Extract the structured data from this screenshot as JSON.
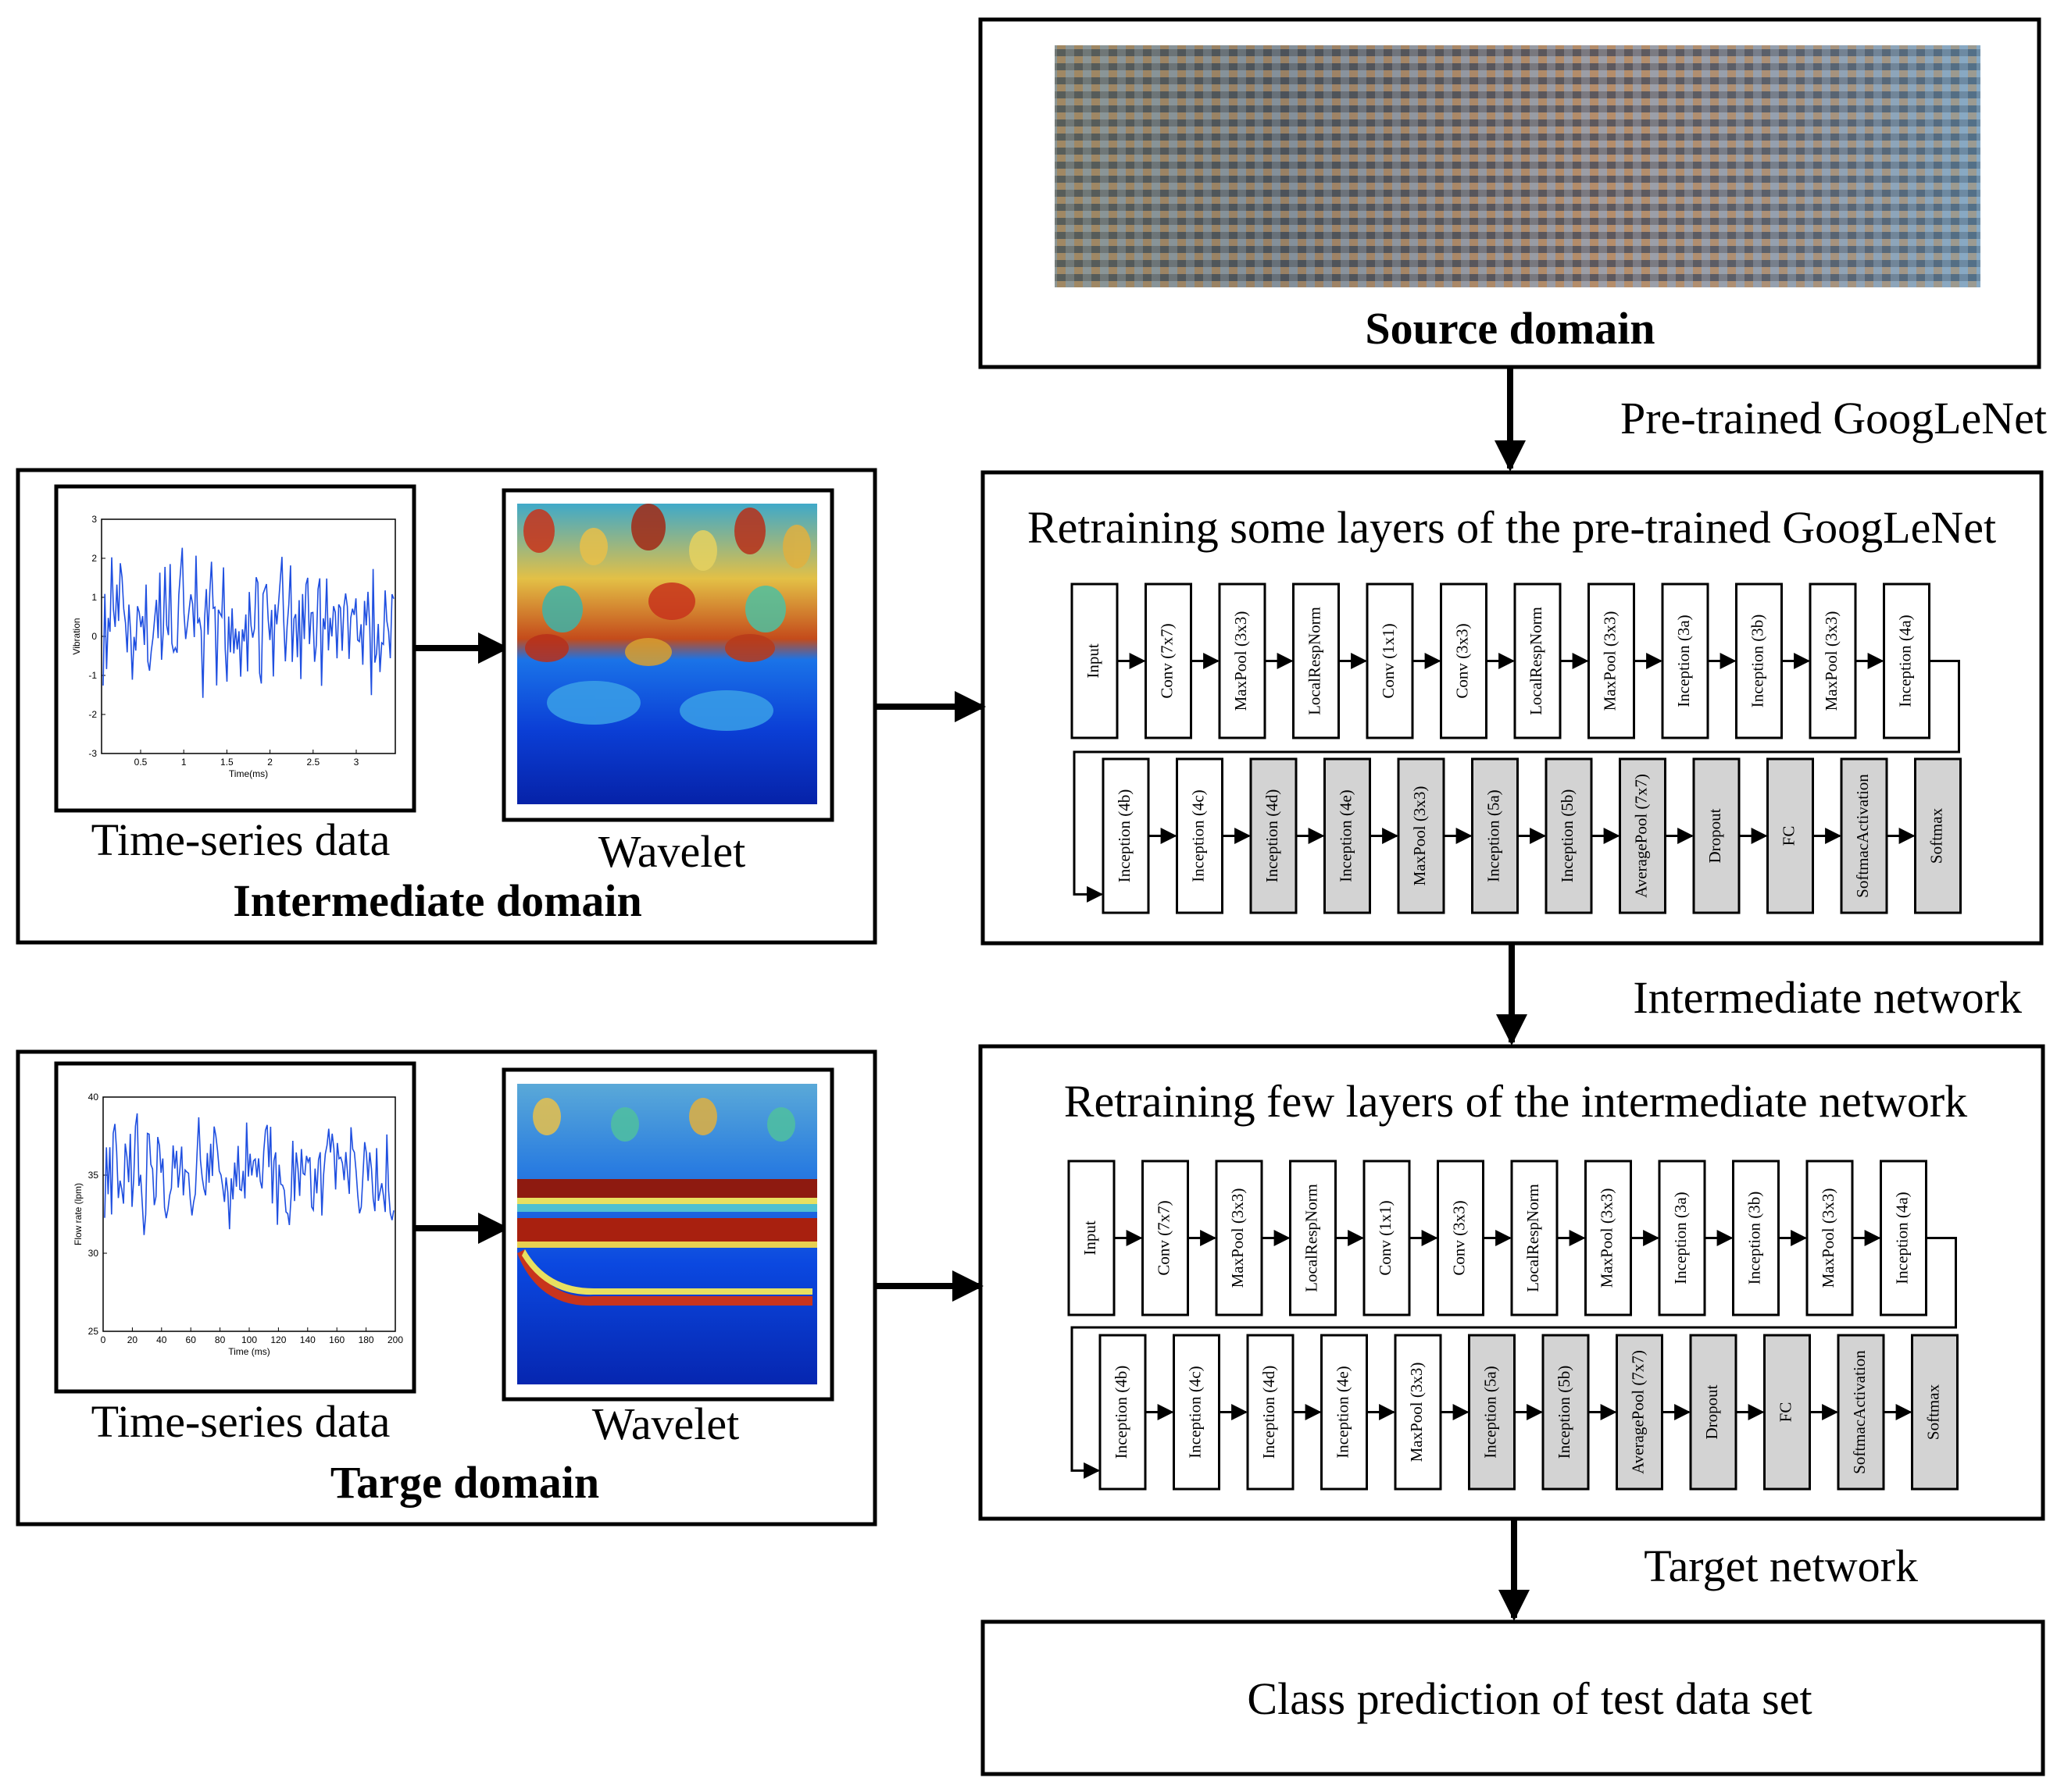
{
  "source_box": {
    "label": "Source domain"
  },
  "arrow_labels": {
    "pretrained": "Pre-trained GoogLeNet",
    "intermediate": "Intermediate network",
    "target": "Target network"
  },
  "intermediate_domain": {
    "label": "Intermediate domain",
    "timeseries_caption": "Time-series data",
    "wavelet_caption": "Wavelet",
    "plot": {
      "ylabel": "Vibration",
      "xlabel": "Time(ms)",
      "yticks": [
        "3",
        "2",
        "1",
        "0",
        "-1",
        "-2",
        "-3"
      ],
      "xticks": [
        "0.5",
        "1",
        "1.5",
        "2",
        "2.5",
        "3"
      ]
    }
  },
  "target_domain": {
    "label": "Targe domain",
    "timeseries_caption": "Time-series data",
    "wavelet_caption": "Wavelet",
    "plot": {
      "ylabel": "Flow rate (lpm)",
      "xlabel": "Time (ms)",
      "yticks": [
        "40",
        "35",
        "30",
        "25"
      ],
      "xticks": [
        "0",
        "20",
        "40",
        "60",
        "80",
        "100",
        "120",
        "140",
        "160",
        "180",
        "200"
      ]
    }
  },
  "retrain_box_1": {
    "title": "Retraining some layers of the pre-trained GoogLeNet",
    "row1": [
      "Input",
      "Conv (7x7)",
      "MaxPool (3x3)",
      "LocalRespNorm",
      "Conv (1x1)",
      "Conv (3x3)",
      "LocalRespNorm",
      "MaxPool (3x3)",
      "Inception (3a)",
      "Inception (3b)",
      "MaxPool (3x3)",
      "Inception (4a)"
    ],
    "row2": [
      "Inception (4b)",
      "Inception (4c)",
      "Inception (4d)",
      "Inception (4e)",
      "MaxPool (3x3)",
      "Inception (5a)",
      "Inception (5b)",
      "AveragePool (7x7)",
      "Dropout",
      "FC",
      "SoftmacActivation",
      "Softmax"
    ],
    "row2_shaded_from": 2
  },
  "retrain_box_2": {
    "title": "Retraining few layers of the intermediate network",
    "row1": [
      "Input",
      "Conv (7x7)",
      "MaxPool (3x3)",
      "LocalRespNorm",
      "Conv (1x1)",
      "Conv (3x3)",
      "LocalRespNorm",
      "MaxPool (3x3)",
      "Inception (3a)",
      "Inception (3b)",
      "MaxPool (3x3)",
      "Inception (4a)"
    ],
    "row2": [
      "Inception (4b)",
      "Inception (4c)",
      "Inception (4d)",
      "Inception (4e)",
      "MaxPool (3x3)",
      "Inception (5a)",
      "Inception (5b)",
      "AveragePool (7x7)",
      "Dropout",
      "FC",
      "SoftmacActivation",
      "Softmax"
    ],
    "row2_shaded_from": 5
  },
  "output_box": {
    "label": "Class prediction of test data set"
  },
  "colors": {
    "line": "#000000",
    "shaded_layer": "#d3d3d3",
    "signal": "#1f4fe0"
  }
}
